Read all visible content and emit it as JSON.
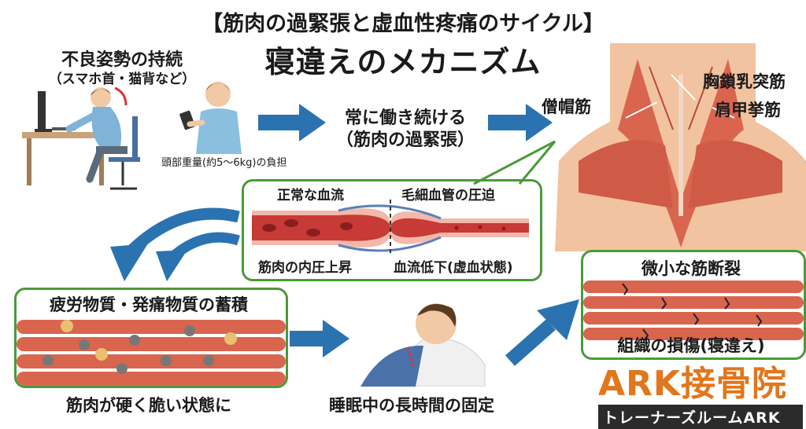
{
  "title": {
    "sub": "【筋肉の過緊張と虚血性疼痛のサイクル】",
    "main": "寝違えのメカニズム"
  },
  "posture": {
    "title": "不良姿勢の持続",
    "subtitle": "（スマホ首・猫背など）",
    "head_weight": "頭部重量(約5〜6kg)の負担"
  },
  "tension": {
    "line1": "常に働き続ける",
    "line2": "（筋肉の過緊張）"
  },
  "muscles": {
    "trapezius": "僧帽筋",
    "scm": "胸鎖乳突筋",
    "levator": "肩甲挙筋"
  },
  "blood": {
    "normal": "正常な血流",
    "capillary": "毛細血管の圧迫",
    "pressure": "筋肉の内圧上昇",
    "ischemia": "血流低下(虚血状態)"
  },
  "fatigue": {
    "title": "疲労物質・発痛物質の蓄積",
    "result": "筋肉が硬く脆い状態に"
  },
  "sleep": {
    "caption": "睡眠中の長時間の固定"
  },
  "rupture": {
    "title": "微小な筋断裂",
    "result": "組織の損傷(寝違え)"
  },
  "logo": {
    "main": "ARK接骨院",
    "sub": "トレーナーズルームARK"
  },
  "colors": {
    "arrow": "#2a73b0",
    "callout_border": "#4a9a3a",
    "muscle": "#d9654f",
    "logo": "#e2761c"
  }
}
